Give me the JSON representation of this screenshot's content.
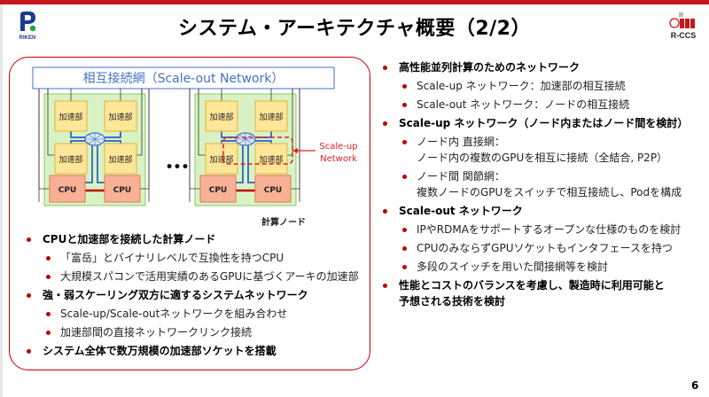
{
  "slide": {
    "title": "システム・アーキテクチャ概要（2/2）",
    "page_number": "6",
    "logos": {
      "left": "RIKEN",
      "right": "R-CCS"
    },
    "colors": {
      "accent": "#c8161d",
      "bullet": "#c00000",
      "network_label": "#4472c4",
      "accelerator_fill": "#ffe699",
      "cpu_fill": "#f8b195",
      "node_fill": "#d9f2c4"
    }
  },
  "diagram": {
    "network_bar_label": "相互接続網（Scale-out Network）",
    "accelerator_label": "加速部",
    "cpu_label": "CPU",
    "ellipsis": "•••",
    "scaleup_callout_line1": "Scale-up",
    "scaleup_callout_line2": "Network",
    "node_label": "計算ノード"
  },
  "left_bullets": [
    {
      "level": 1,
      "text": "CPUと加速部を接続した計算ノード"
    },
    {
      "level": 2,
      "text": "「富岳」とバイナリレベルで互換性を持つCPU"
    },
    {
      "level": 2,
      "text": "大規模スパコンで活用実績のあるGPUに基づくアーキの加速部"
    },
    {
      "level": 1,
      "text": "強・弱スケーリング双方に適するシステムネットワーク"
    },
    {
      "level": 2,
      "text": "Scale-up/Scale-outネットワークを組み合わせ"
    },
    {
      "level": 2,
      "text": "加速部間の直接ネットワークリンク接続"
    },
    {
      "level": 1,
      "text": "システム全体で数万規模の加速部ソケットを搭載"
    }
  ],
  "right_bullets": [
    {
      "level": 1,
      "text": "高性能並列計算のためのネットワーク"
    },
    {
      "level": 2,
      "text": "Scale-up ネットワーク：加速部の相互接続"
    },
    {
      "level": 2,
      "text": "Scale-out ネットワーク：ノードの相互接続"
    },
    {
      "level": 1,
      "text": "Scale-up ネットワーク（ノード内またはノード間を検討）"
    },
    {
      "level": 2,
      "text": "ノード内 直接網：",
      "cont": "ノード内の複数のGPUを相互に接続（全結合, P2P）"
    },
    {
      "level": 2,
      "text": "ノード間 関節網：",
      "cont": "複数ノードのGPUをスイッチで相互接続し、Podを構成"
    },
    {
      "level": 1,
      "text": "Scale-out ネットワーク"
    },
    {
      "level": 2,
      "text": "IPやRDMAをサポートするオープンな仕様のものを検討"
    },
    {
      "level": 2,
      "text": "CPUのみならずGPUソケットもインタフェースを持つ"
    },
    {
      "level": 2,
      "text": "多段のスイッチを用いた間接網等を検討"
    },
    {
      "level": 1,
      "text": "性能とコストのバランスを考慮し、製造時に利用可能と",
      "cont": "予想される技術を検討"
    }
  ]
}
